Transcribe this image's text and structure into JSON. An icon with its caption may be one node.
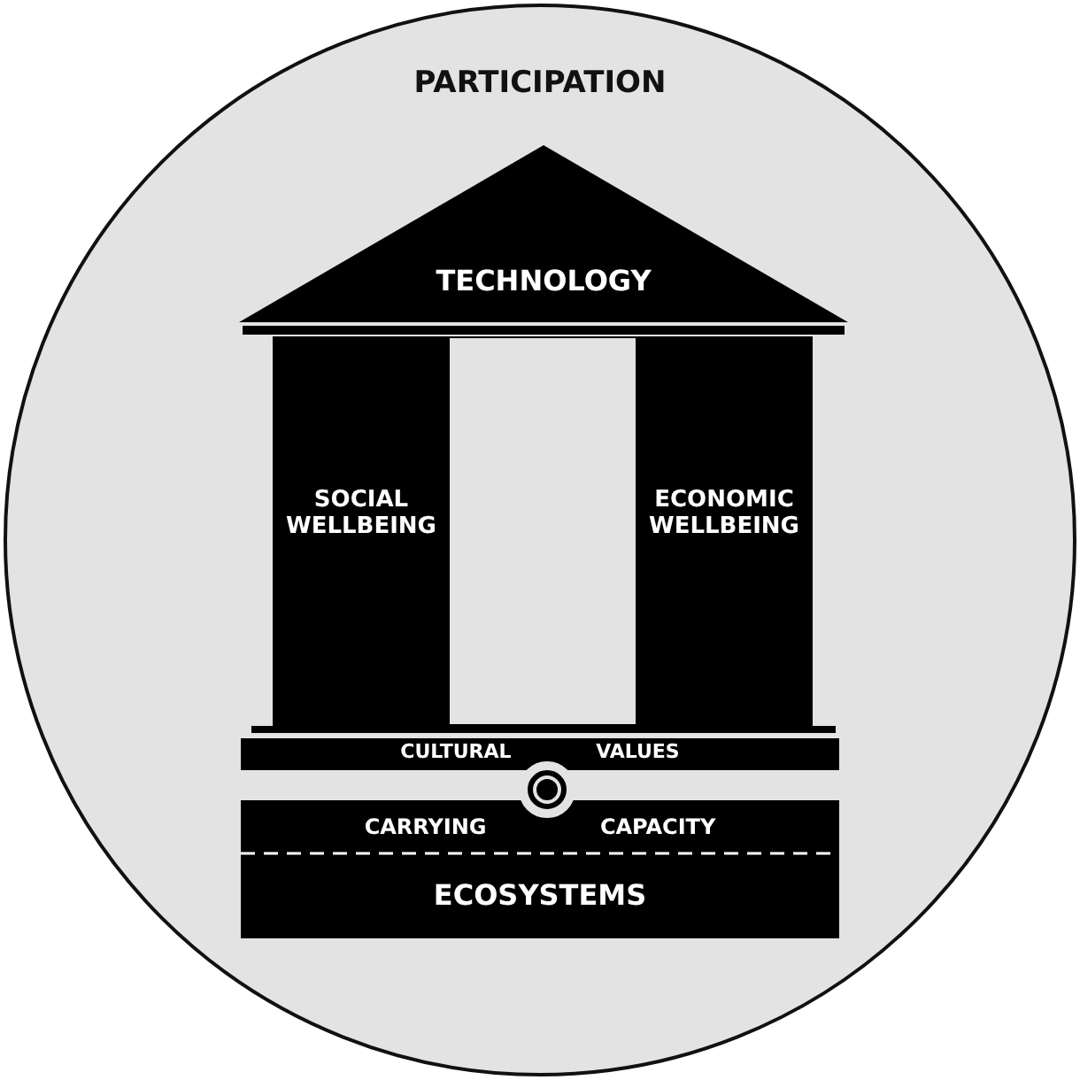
{
  "diagram": {
    "nodes": [
      {
        "text": [
          "PARTICIPATION"
        ]
      },
      {
        "text": [
          "TECHNOLOGY"
        ],
        "in": 0
      },
      {
        "text": [
          "SOCIAL WELLBEING"
        ],
        "in": 0
      },
      {
        "text": [],
        "shape": "box",
        "in": 0
      },
      {
        "text": [
          "ECONOMIC WELLBEING"
        ],
        "in": 0
      },
      {
        "text": [
          "CULTURAL VALUES"
        ],
        "in": 0
      },
      {
        "text": [],
        "shape": "circle",
        "in": 0
      },
      {
        "text": [
          "CARRYING CAPACITY",
          "ECOSYSTEMS"
        ],
        "in": 0
      }
    ]
  }
}
